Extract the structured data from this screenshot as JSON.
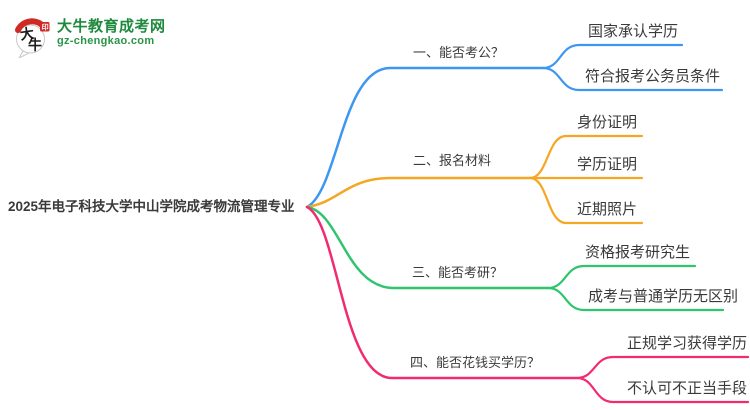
{
  "logo": {
    "icon_text_top": "大",
    "icon_text_bottom": "牛",
    "title": "大牛教育成考网",
    "subtitle": "gz-chengkao.com"
  },
  "central_topic": "2025年电子科技大学中山学院成考物流管理专业",
  "colors": {
    "blue": "#3d97f2",
    "orange": "#f5a623",
    "green": "#2fc56e",
    "pink": "#f12a72",
    "logo_green": "#1f8a3d",
    "logo_red": "#cf2b24",
    "text": "#3a3a3a"
  },
  "branches": [
    {
      "label": "一、能否考公？",
      "color": "#3d97f2",
      "children": [
        "国家承认学历",
        "符合报考公务员条件"
      ]
    },
    {
      "label": "二、报名材料",
      "color": "#f5a623",
      "children": [
        "身份证明",
        "学历证明",
        "近期照片"
      ]
    },
    {
      "label": "三、能否考研？",
      "color": "#2fc56e",
      "children": [
        "资格报考研究生",
        "成考与普通学历无区别"
      ]
    },
    {
      "label": "四、能否花钱买学历？",
      "color": "#f12a72",
      "children": [
        "正规学习获得学历",
        "不认可不正当手段"
      ]
    }
  ]
}
